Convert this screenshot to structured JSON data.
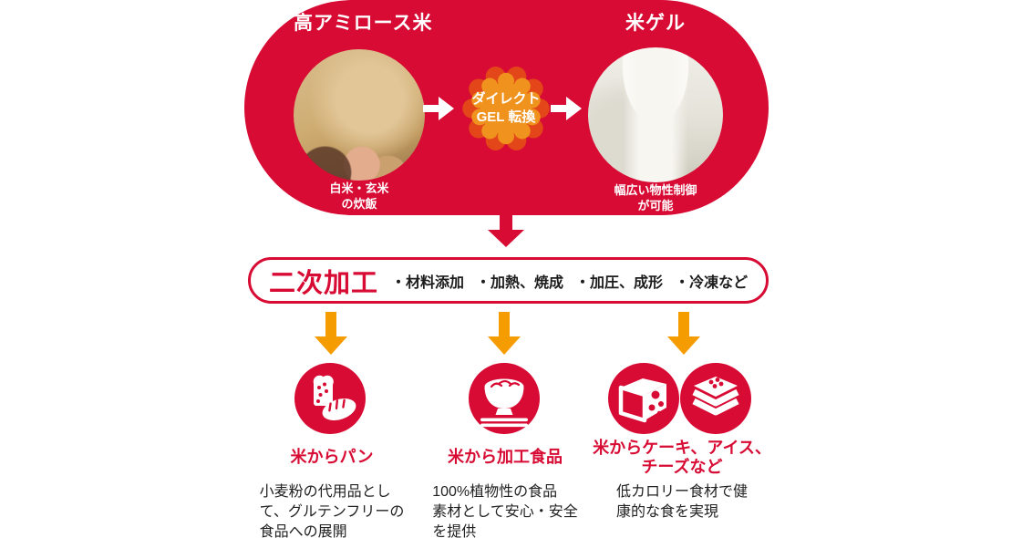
{
  "colors": {
    "brand_red": "#d70b33",
    "badge_orange": "#f0931e",
    "badge_outer_orange": "#ef8200",
    "arrow_orange": "#f59c00",
    "text_black": "#222222",
    "white": "#ffffff"
  },
  "top_banner": {
    "left_title": "高アミロース米",
    "right_title": "米ゲル",
    "left_caption": "白米・玄米\nの炊飯",
    "right_caption": "幅広い物性制御\nが可能",
    "badge": {
      "line1": "ダイレクト",
      "line2": "GEL 転換"
    }
  },
  "process_box": {
    "title": "二次加工",
    "items": [
      "・材料添加",
      "・加熱、焼成",
      "・加圧、成形",
      "・冷凍など"
    ]
  },
  "outputs": [
    {
      "label": "米からパン",
      "description": "小麦粉の代用品とし\nて、グルテンフリーの\n食品への展開",
      "icons": [
        "bread-icon"
      ]
    },
    {
      "label": "米から加工食品",
      "description": "100%植物性の食品\n素材として安心・安全\nを提供",
      "icons": [
        "rice-bowl-icon"
      ]
    },
    {
      "label": "米からケーキ、アイス、\nチーズなど",
      "description": "低カロリー食材で健\n康的な食を実現",
      "icons": [
        "cheese-icon",
        "cake-icon"
      ]
    }
  ]
}
